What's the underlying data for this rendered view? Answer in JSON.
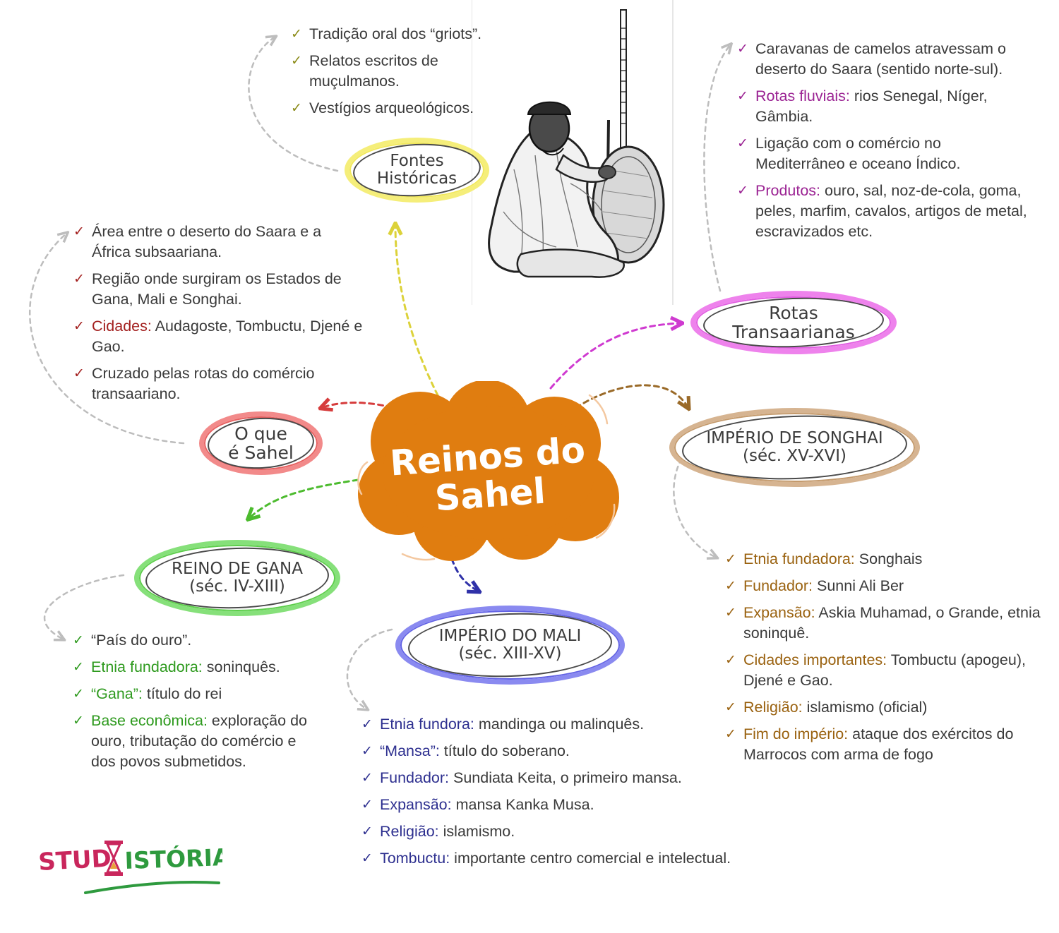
{
  "center": {
    "title_line1": "Reinos do",
    "title_line2": "Sahel"
  },
  "colors": {
    "orange": "#e07d10",
    "yellow": "#e8dc3c",
    "magenta": "#d93bd6",
    "red": "#e0484a",
    "green": "#52c233",
    "blue": "#4a4ae0",
    "brown": "#b8875a",
    "gray_dash": "#bdbdbd",
    "key_purple": "#9b2393",
    "key_red": "#a3201f",
    "key_green": "#2e9a1e",
    "key_blue": "#2d2f8f",
    "key_brown": "#9a6210",
    "check_olive": "#8a8a16"
  },
  "nodes": {
    "fontes": {
      "line1": "Fontes",
      "line2": "Históricas"
    },
    "rotas": {
      "line1": "Rotas",
      "line2": "Transaarianas"
    },
    "sahel": {
      "line1": "O que",
      "line2": "é Sahel"
    },
    "songhai": {
      "line1": "IMPÉRIO DE SONGHAI",
      "line2": "(séc. XV-XVI)"
    },
    "gana": {
      "line1": "REINO DE GANA",
      "line2": "(séc. IV-XIII)"
    },
    "mali": {
      "line1": "IMPÉRIO DO MALI",
      "line2": "(séc. XIII-XV)"
    }
  },
  "lists": {
    "fontes": [
      {
        "key": "",
        "text": "Tradição oral dos “griots”."
      },
      {
        "key": "",
        "text": "Relatos escritos de muçulmanos."
      },
      {
        "key": "",
        "text": "Vestígios arqueológicos."
      }
    ],
    "rotas": [
      {
        "key": "",
        "text": "Caravanas de camelos atravessam o deserto do Saara (sentido norte-sul)."
      },
      {
        "key": "Rotas fluviais:",
        "text": " rios Senegal, Níger, Gâmbia."
      },
      {
        "key": "",
        "text": "Ligação com o comércio no Mediterrâneo e oceano Índico."
      },
      {
        "key": "Produtos:",
        "text": " ouro, sal, noz-de-cola, goma, peles, marfim, cavalos, artigos de metal, escravizados etc."
      }
    ],
    "sahel": [
      {
        "key": "",
        "text": "Área entre o deserto do Saara e a África subsaariana."
      },
      {
        "key": "",
        "text": "Região onde surgiram os Estados de Gana, Mali e Songhai."
      },
      {
        "key": "Cidades:",
        "text": " Audagoste, Tombuctu, Djené e Gao."
      },
      {
        "key": "",
        "text": "Cruzado pelas rotas do comércio transaariano."
      }
    ],
    "gana": [
      {
        "key": "",
        "text": "“País do ouro”."
      },
      {
        "key": "Etnia fundadora:",
        "text": " soninquês."
      },
      {
        "key": "“Gana”:",
        "text": " título do rei"
      },
      {
        "key": "Base econômica:",
        "text": " exploração do ouro, tributação do comércio e dos povos submetidos."
      }
    ],
    "mali": [
      {
        "key": "Etnia fundora:",
        "text": " mandinga ou malinquês."
      },
      {
        "key": "“Mansa”:",
        "text": " título do soberano."
      },
      {
        "key": "Fundador:",
        "text": " Sundiata Keita, o primeiro mansa."
      },
      {
        "key": "Expansão:",
        "text": " mansa Kanka Musa."
      },
      {
        "key": "Religião:",
        "text": " islamismo."
      },
      {
        "key": "Tombuctu:",
        "text": " importante centro comercial e intelectual."
      }
    ],
    "songhai": [
      {
        "key": "Etnia fundadora:",
        "text": " Songhais"
      },
      {
        "key": "Fundador:",
        "text": " Sunni Ali Ber"
      },
      {
        "key": "Expansão:",
        "text": " Askia Muhamad, o Grande, etnia soninquê."
      },
      {
        "key": "Cidades importantes:",
        "text": " Tombuctu (apogeu), Djené e Gao."
      },
      {
        "key": "Religião:",
        "text": " islamismo (oficial)"
      },
      {
        "key": "Fim do império:",
        "text": " ataque dos exércitos do Marrocos com arma de fogo"
      }
    ]
  },
  "logo": {
    "part1": "STUD",
    "part2": "ISTÓRIA"
  },
  "icons": {
    "check": "checkmark-icon",
    "griot": "griot-illustration",
    "hourglass": "hourglass-icon"
  }
}
